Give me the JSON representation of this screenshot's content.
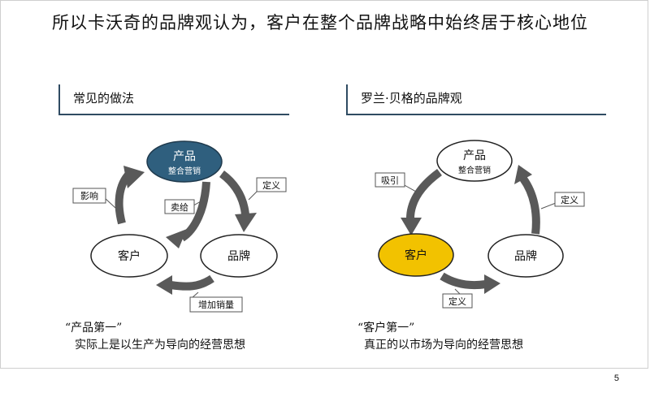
{
  "title": "所以卡沃奇的品牌观认为，客户在整个品牌战略中始终居于核心地位",
  "left": {
    "heading": "常见的做法",
    "nodes": {
      "product": "产品",
      "product_sub": "整合营销",
      "customer": "客户",
      "brand": "品牌"
    },
    "labels": {
      "influence": "影响",
      "sell": "卖给",
      "define": "定义",
      "grow_sales": "增加销量"
    },
    "quote": "“产品第一”",
    "desc": "实际上是以生产为导向的经营思想"
  },
  "right": {
    "heading": "罗兰·贝格的品牌观",
    "nodes": {
      "product": "产品",
      "product_sub": "整合营销",
      "customer": "客户",
      "brand": "品牌"
    },
    "labels": {
      "attract": "吸引",
      "define_right": "定义",
      "define_bottom": "定义"
    },
    "quote": "“客户第一”",
    "desc": "真正的以市场为导向的经营思想"
  },
  "colors": {
    "accent_dark": "#2f5f7e",
    "highlight": "#f2c200",
    "arrow": "#595959",
    "rule": "#2f4b62"
  },
  "page_number": "5"
}
